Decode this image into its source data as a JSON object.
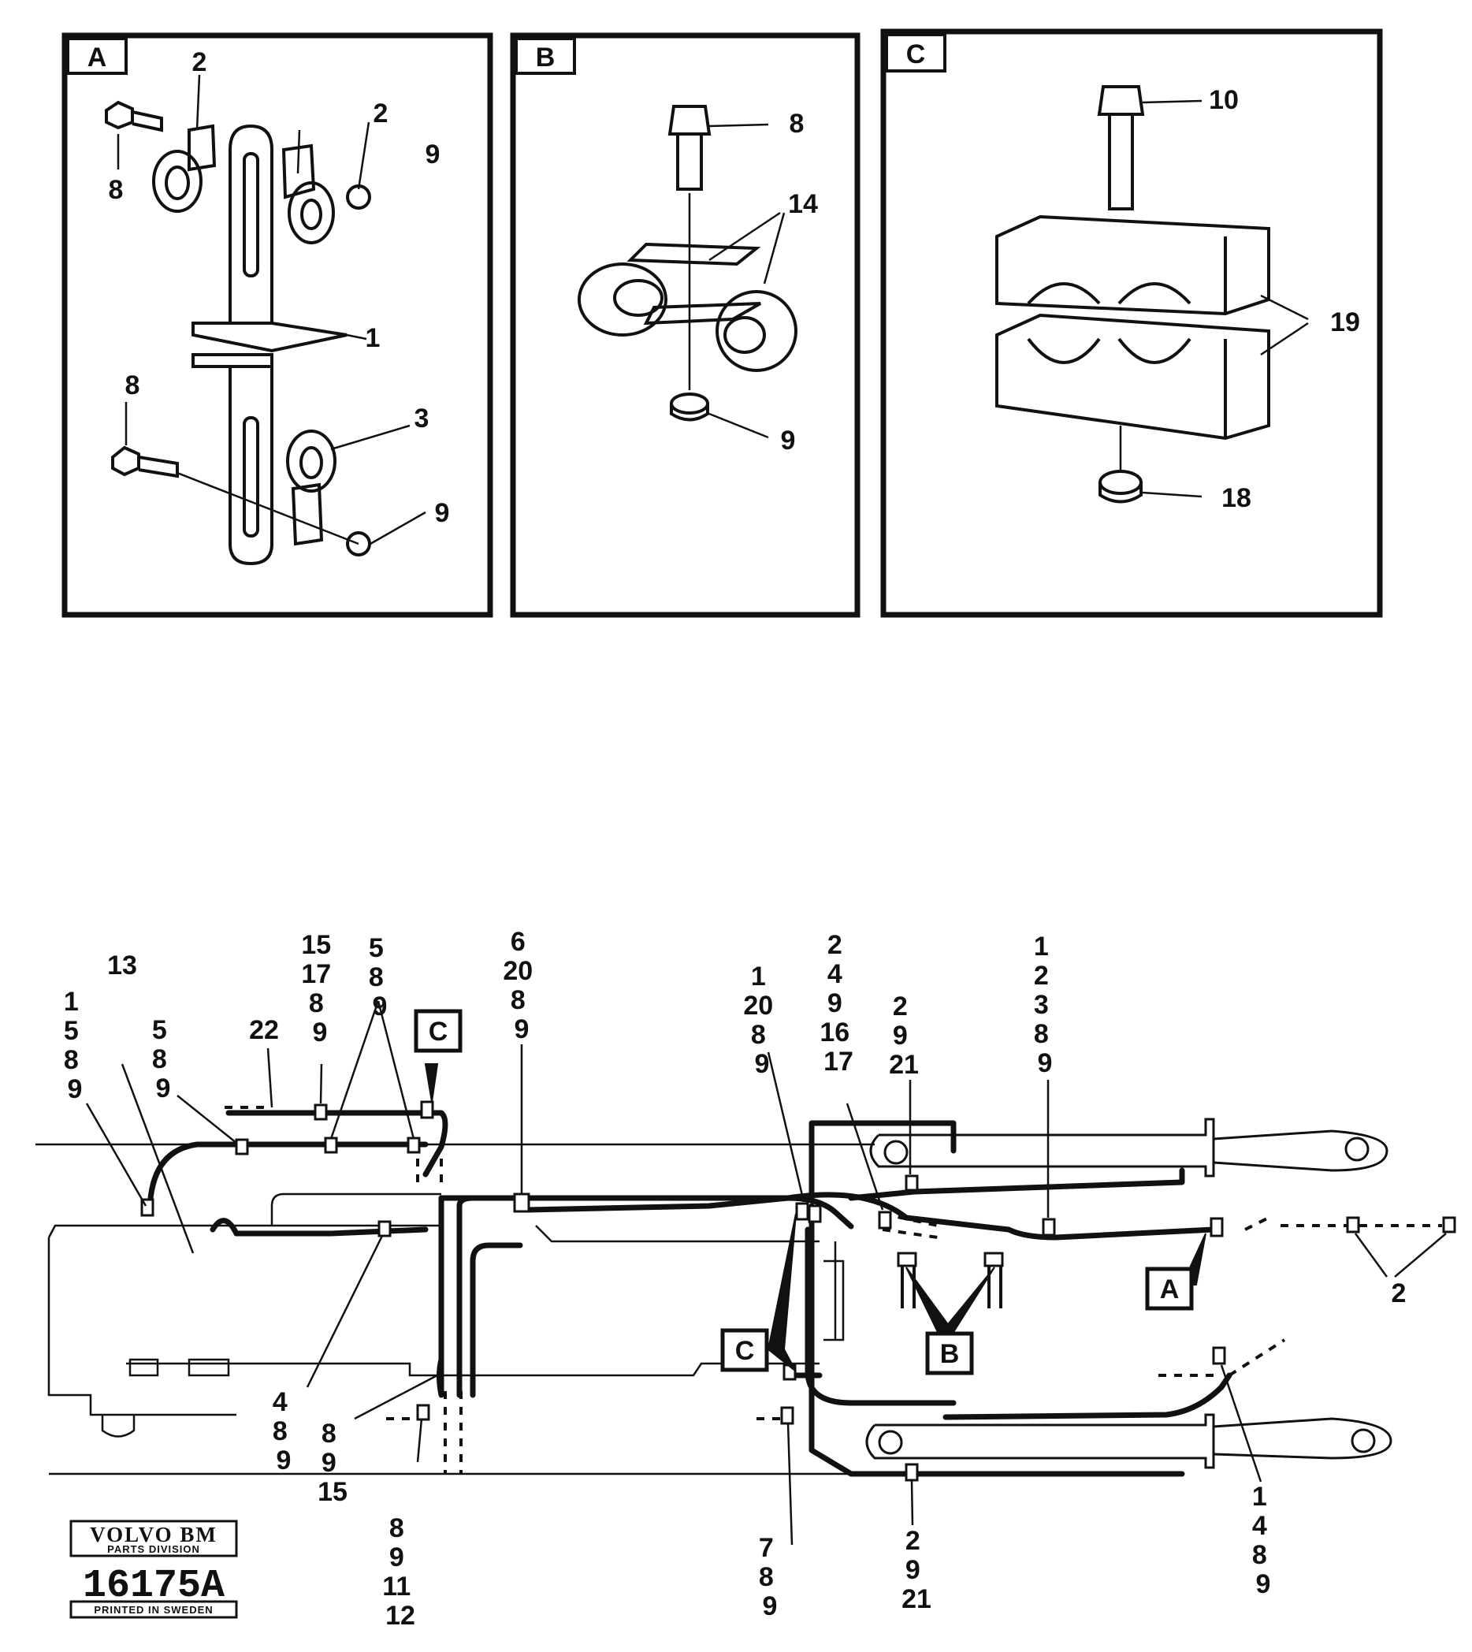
{
  "panels": [
    {
      "id": "panel-a",
      "tag": "A",
      "callouts": [
        "2",
        "8",
        "2",
        "9",
        "1",
        "8",
        "3",
        "9"
      ]
    },
    {
      "id": "panel-b",
      "tag": "B",
      "callouts": [
        "8",
        "14",
        "9"
      ]
    },
    {
      "id": "panel-c",
      "tag": "C",
      "callouts": [
        "10",
        "19",
        "18"
      ]
    }
  ],
  "layout_diagram": {
    "callouts": [
      [
        "1",
        "5",
        "8",
        "9"
      ],
      [
        "13"
      ],
      [
        "5",
        "8",
        "9"
      ],
      [
        "22"
      ],
      [
        "15",
        "17",
        "8",
        "9"
      ],
      [
        "5",
        "8",
        "9"
      ],
      [
        "6",
        "20",
        "8",
        "9"
      ],
      [
        "1",
        "20",
        "8",
        "9"
      ],
      [
        "2",
        "4",
        "9",
        "16",
        "17"
      ],
      [
        "2",
        "9",
        "21"
      ],
      [
        "1",
        "2",
        "3",
        "8",
        "9"
      ],
      [
        "2"
      ],
      [
        "4",
        "8",
        "9"
      ],
      [
        "8",
        "9",
        "15"
      ],
      [
        "8",
        "9",
        "11",
        "12"
      ],
      [
        "7",
        "8",
        "9"
      ],
      [
        "2",
        "9",
        "21"
      ],
      [
        "1",
        "4",
        "8",
        "9"
      ]
    ],
    "tags": [
      "C",
      "C",
      "B",
      "A"
    ]
  },
  "logo": {
    "brand": "VOLVO BM",
    "division": "PARTS DIVISION",
    "number": "16175A",
    "footer": "PRINTED IN SWEDEN"
  }
}
